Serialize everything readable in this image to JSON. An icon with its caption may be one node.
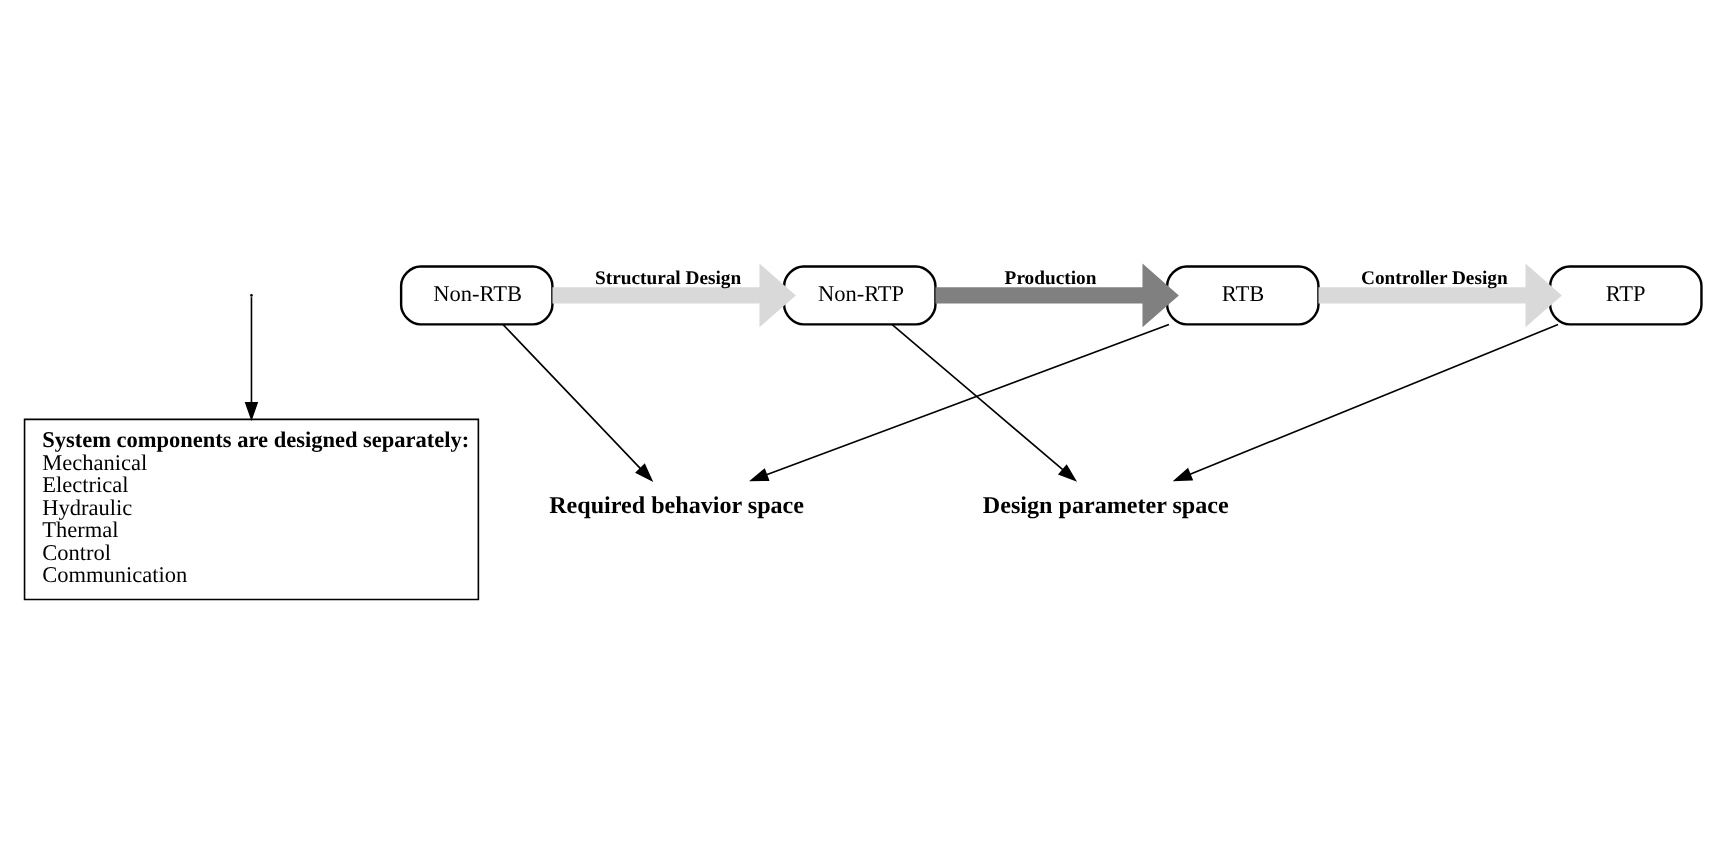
{
  "diagram": {
    "nodes": [
      {
        "text": [
          "System components are designed separately:",
          "Mechanical",
          "Electrical",
          "Hydraulic",
          "Thermal",
          "Control",
          "Communication"
        ]
      },
      {
        "text": [
          "Non-RTB"
        ]
      },
      {
        "text": [
          "Non-RTP"
        ]
      },
      {
        "text": [
          "RTB"
        ]
      },
      {
        "text": [
          "RTP"
        ]
      },
      {
        "text": [
          "Required behavior space"
        ]
      },
      {
        "text": [
          "Design parameter space"
        ]
      }
    ],
    "edges": [
      {
        "from": 1,
        "to": 2,
        "arrow": "to",
        "label": "Structural Design",
        "style": "thick",
        "color": "#d9d9d9"
      },
      {
        "from": 2,
        "to": 3,
        "arrow": "to",
        "label": "Production",
        "style": "thick",
        "color": "#808080"
      },
      {
        "from": 3,
        "to": 4,
        "arrow": "to",
        "label": "Controller Design",
        "style": "thick",
        "color": "#d9d9d9"
      },
      {
        "from": null,
        "to": 0,
        "arrow": "to"
      },
      {
        "from": 1,
        "to": 5,
        "arrow": "to"
      },
      {
        "from": 2,
        "to": 6,
        "arrow": "to"
      },
      {
        "from": 3,
        "to": 5,
        "arrow": "to"
      },
      {
        "from": 4,
        "to": 6,
        "arrow": "to"
      }
    ]
  }
}
